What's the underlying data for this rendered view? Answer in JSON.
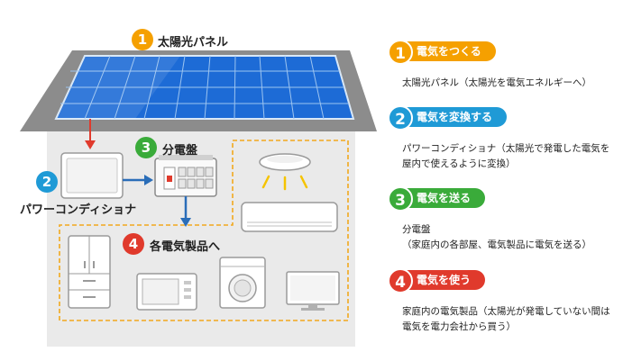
{
  "colors": {
    "step1": "#f5a000",
    "step2": "#1f9ad6",
    "step3": "#3aab3a",
    "step4": "#e03a2c",
    "roof": "#8a8a8a",
    "house": "#e8e8e8",
    "dashed": "#f2a81d",
    "arrow_red": "#e03a2c",
    "arrow_blue": "#2a6db8"
  },
  "diagram": {
    "solar_panel": {
      "number": "1",
      "label": "太陽光パネル"
    },
    "power_conditioner": {
      "number": "2",
      "label": "パワーコンディショナ"
    },
    "distribution_board": {
      "number": "3",
      "label": "分電盤"
    },
    "appliances": {
      "number": "4",
      "label": "各電気製品へ"
    }
  },
  "steps": [
    {
      "number": "1",
      "title": "電気をつくる",
      "description": "太陽光パネル（太陽光を電気エネルギーへ）"
    },
    {
      "number": "2",
      "title": "電気を変換する",
      "description": "パワーコンディショナ（太陽光で発電した電気を屋内で使えるように変換）"
    },
    {
      "number": "3",
      "title": "電気を送る",
      "description": "分電盤\n（家庭内の各部屋、電気製品に電気を送る）"
    },
    {
      "number": "4",
      "title": "電気を使う",
      "description": "家庭内の電気製品（太陽光が発電していない間は電気を電力会社から買う）"
    }
  ]
}
